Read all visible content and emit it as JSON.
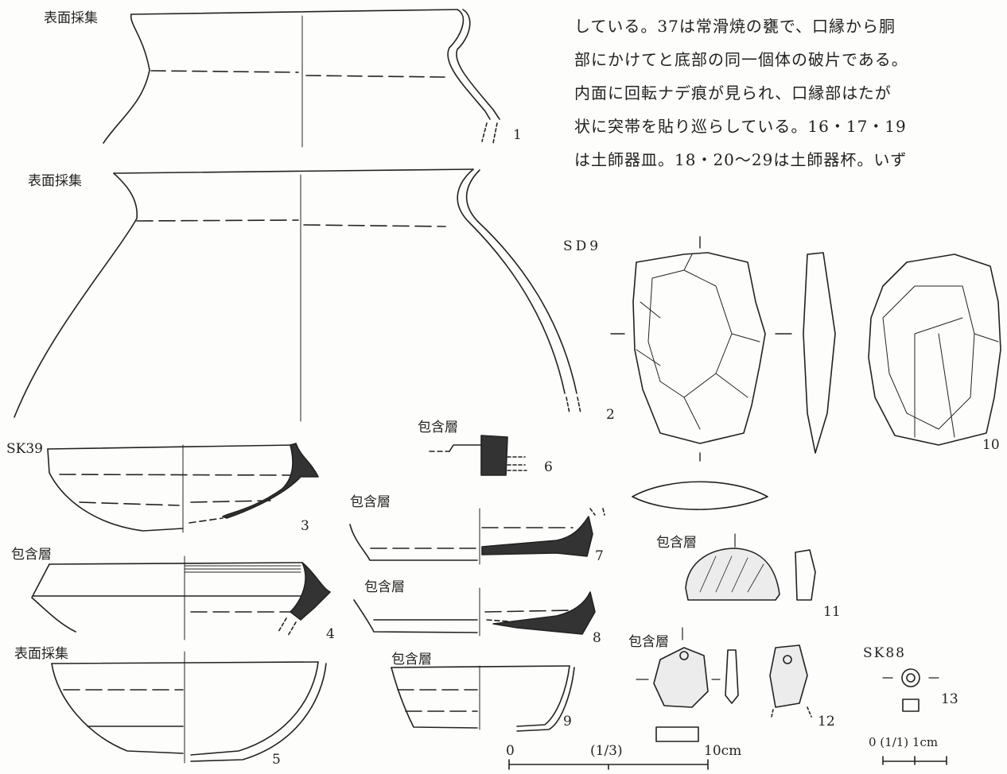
{
  "paragraph": [
    "している。37は常滑焼の甕で、口縁から胴",
    "部にかけてと底部の同一個体の破片である。",
    "内面に回転ナデ痕が見られ、口縁部はたが",
    "状に突帯を貼り巡らしている。16・17・19",
    "は土師器皿。18・20～29は土師器杯。いず"
  ],
  "labels": {
    "l1": "表面採集",
    "l2": "表面採集",
    "l3": "SK39",
    "l4": "包含層",
    "l5": "表面採集",
    "l6": "包含層",
    "l7": "包含層",
    "l8": "包含層",
    "l9": "包含層",
    "l10": "SD9",
    "l11": "包含層",
    "l12": "包含層",
    "l13": "SK88"
  },
  "numbers": {
    "n1": "1",
    "n2": "2",
    "n3": "3",
    "n4": "4",
    "n5": "5",
    "n6": "6",
    "n7": "7",
    "n8": "8",
    "n9": "9",
    "n10": "10",
    "n11": "11",
    "n12": "12",
    "n13": "13"
  },
  "scale_large": {
    "zero": "0",
    "ratio": "(1/3)",
    "end": "10cm"
  },
  "scale_small": {
    "text": "0 (1/1) 1cm"
  }
}
